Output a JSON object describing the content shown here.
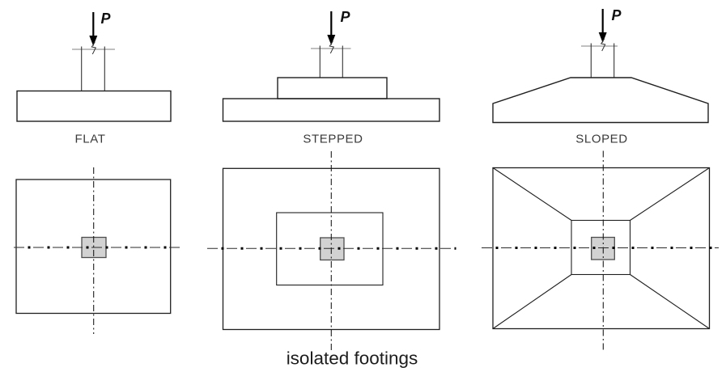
{
  "diagram": {
    "caption": "isolated footings",
    "load_label": "P",
    "footing_types": [
      {
        "id": "flat",
        "label": "FLAT"
      },
      {
        "id": "stepped",
        "label": "STEPPED"
      },
      {
        "id": "sloped",
        "label": "SLOPED"
      }
    ],
    "colors": {
      "background": "#ffffff",
      "line": "#1f1f1f",
      "type_label": "#3a3a3a",
      "column_fill": "#d2d2d2",
      "column_stroke": "#4d4d4d"
    }
  }
}
